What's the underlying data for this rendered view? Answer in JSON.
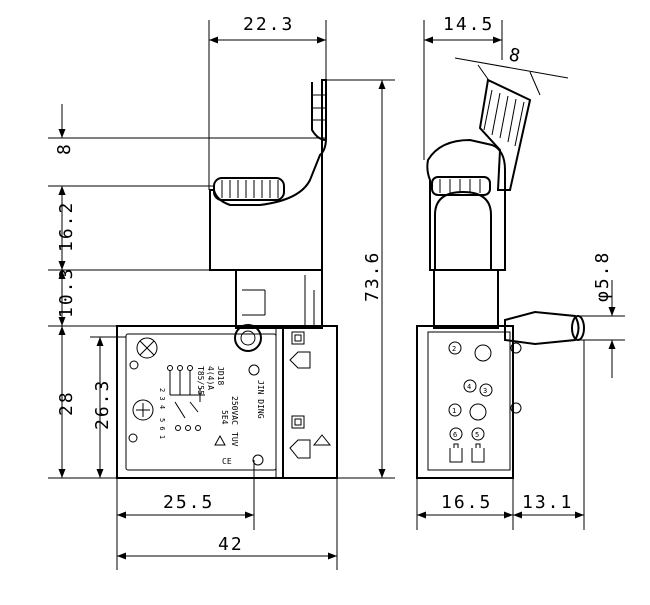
{
  "dimensions": {
    "top_width": "22.3",
    "side_top_width": "14.5",
    "side_trigger_width": "8",
    "left_8": "8",
    "left_16_2": "16.2",
    "left_10_3": "10.3",
    "left_28": "28",
    "left_26_3": "26.3",
    "height_73_6": "73.6",
    "bottom_25_5": "25.5",
    "bottom_42": "42",
    "side_bottom_16_5": "16.5",
    "side_bottom_13_1": "13.1",
    "diameter_5_8": "φ5.8"
  },
  "front_labels": {
    "model": "JD18",
    "rating": "4(4)A",
    "temp": "T85/55",
    "voltage": "250VAC",
    "cert": "TUV",
    "code": "5E4",
    "brand": "JIN DING",
    "ce": "CE",
    "terminal_numbers_top": "2 3 4",
    "terminal_numbers_bottom": "5 6 1"
  },
  "side_labels": {
    "t2": "2",
    "t4": "4",
    "t3": "3",
    "t1": "1",
    "t6": "6",
    "t5": "5"
  }
}
